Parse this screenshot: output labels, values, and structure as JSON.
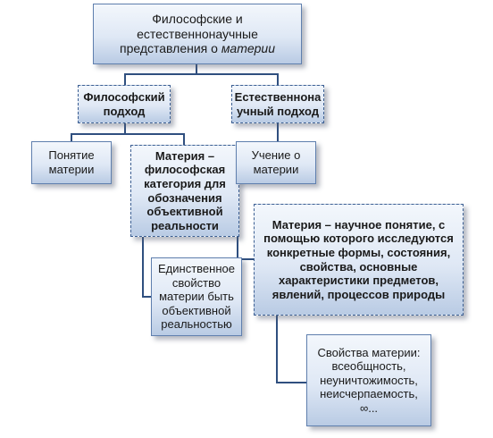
{
  "nodes": {
    "root": {
      "text": "Философские и естественнонаучные представления о ",
      "text_em": "материи"
    },
    "philosophical": {
      "text": "Философский подход"
    },
    "natural": {
      "text": "Естественнона учный подход"
    },
    "concept": {
      "text": "Понятие материи"
    },
    "phil_def": {
      "text": "Материя – философская категория для обозначения объективной реальности"
    },
    "teaching": {
      "text": "Учение о материи"
    },
    "only_prop": {
      "text": "Единственное свойство материи быть объективной реальностью"
    },
    "sci_def": {
      "text": "Материя – научное понятие, с помощью которого исследуются конкретные формы, состояния, свойства, основные характеристики предметов, явлений, процессов природы"
    },
    "properties": {
      "text": "Свойства материи: всеобщность, неуничтожимость, неисчерпаемость, ∞..."
    }
  },
  "colors": {
    "line": "#2f4f7f",
    "border": "#5f7fae",
    "fill_light": "#f3f7fc",
    "fill_dark": "#b9cbe4"
  }
}
